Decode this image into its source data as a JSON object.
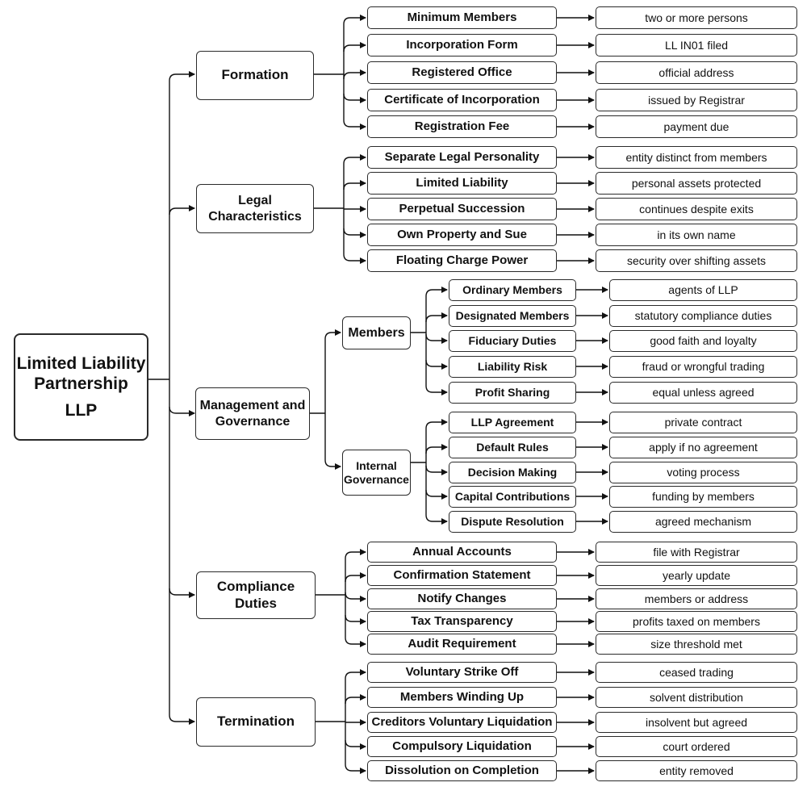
{
  "root": {
    "lines": [
      "Limited Liability",
      "Partnership",
      "LLP"
    ]
  },
  "categories": [
    {
      "title": "Formation",
      "items": [
        {
          "label": "Minimum Members",
          "desc": "two or more persons"
        },
        {
          "label": "Incorporation Form",
          "desc": "LL IN01 filed"
        },
        {
          "label": "Registered Office",
          "desc": "official address"
        },
        {
          "label": "Certificate of Incorporation",
          "desc": "issued by Registrar"
        },
        {
          "label": "Registration Fee",
          "desc": "payment due"
        }
      ]
    },
    {
      "title": "Legal Characteristics",
      "items": [
        {
          "label": "Separate Legal Personality",
          "desc": "entity distinct from members"
        },
        {
          "label": "Limited Liability",
          "desc": "personal assets protected"
        },
        {
          "label": "Perpetual Succession",
          "desc": "continues despite exits"
        },
        {
          "label": "Own Property and Sue",
          "desc": "in its own name"
        },
        {
          "label": "Floating Charge Power",
          "desc": "security over shifting assets"
        }
      ]
    },
    {
      "title": "Management and Governance",
      "subgroups": [
        {
          "title": "Members",
          "items": [
            {
              "label": "Ordinary Members",
              "desc": "agents of LLP"
            },
            {
              "label": "Designated Members",
              "desc": "statutory compliance duties"
            },
            {
              "label": "Fiduciary Duties",
              "desc": "good faith and loyalty"
            },
            {
              "label": "Liability Risk",
              "desc": "fraud or wrongful trading"
            },
            {
              "label": "Profit Sharing",
              "desc": "equal unless agreed"
            }
          ]
        },
        {
          "title": "Internal Governance",
          "items": [
            {
              "label": "LLP Agreement",
              "desc": "private contract"
            },
            {
              "label": "Default Rules",
              "desc": "apply if no agreement"
            },
            {
              "label": "Decision Making",
              "desc": "voting process"
            },
            {
              "label": "Capital Contributions",
              "desc": "funding by members"
            },
            {
              "label": "Dispute Resolution",
              "desc": "agreed mechanism"
            }
          ]
        }
      ]
    },
    {
      "title": "Compliance Duties",
      "items": [
        {
          "label": "Annual Accounts",
          "desc": "file with Registrar"
        },
        {
          "label": "Confirmation Statement",
          "desc": "yearly update"
        },
        {
          "label": "Notify Changes",
          "desc": "members or address"
        },
        {
          "label": "Tax Transparency",
          "desc": "profits taxed on members"
        },
        {
          "label": "Audit Requirement",
          "desc": "size threshold met"
        }
      ]
    },
    {
      "title": "Termination",
      "items": [
        {
          "label": "Voluntary Strike Off",
          "desc": "ceased trading"
        },
        {
          "label": "Members Winding Up",
          "desc": "solvent distribution"
        },
        {
          "label": "Creditors Voluntary Liquidation",
          "desc": "insolvent but agreed"
        },
        {
          "label": "Compulsory Liquidation",
          "desc": "court ordered"
        },
        {
          "label": "Dissolution on Completion",
          "desc": "entity removed"
        }
      ]
    }
  ]
}
